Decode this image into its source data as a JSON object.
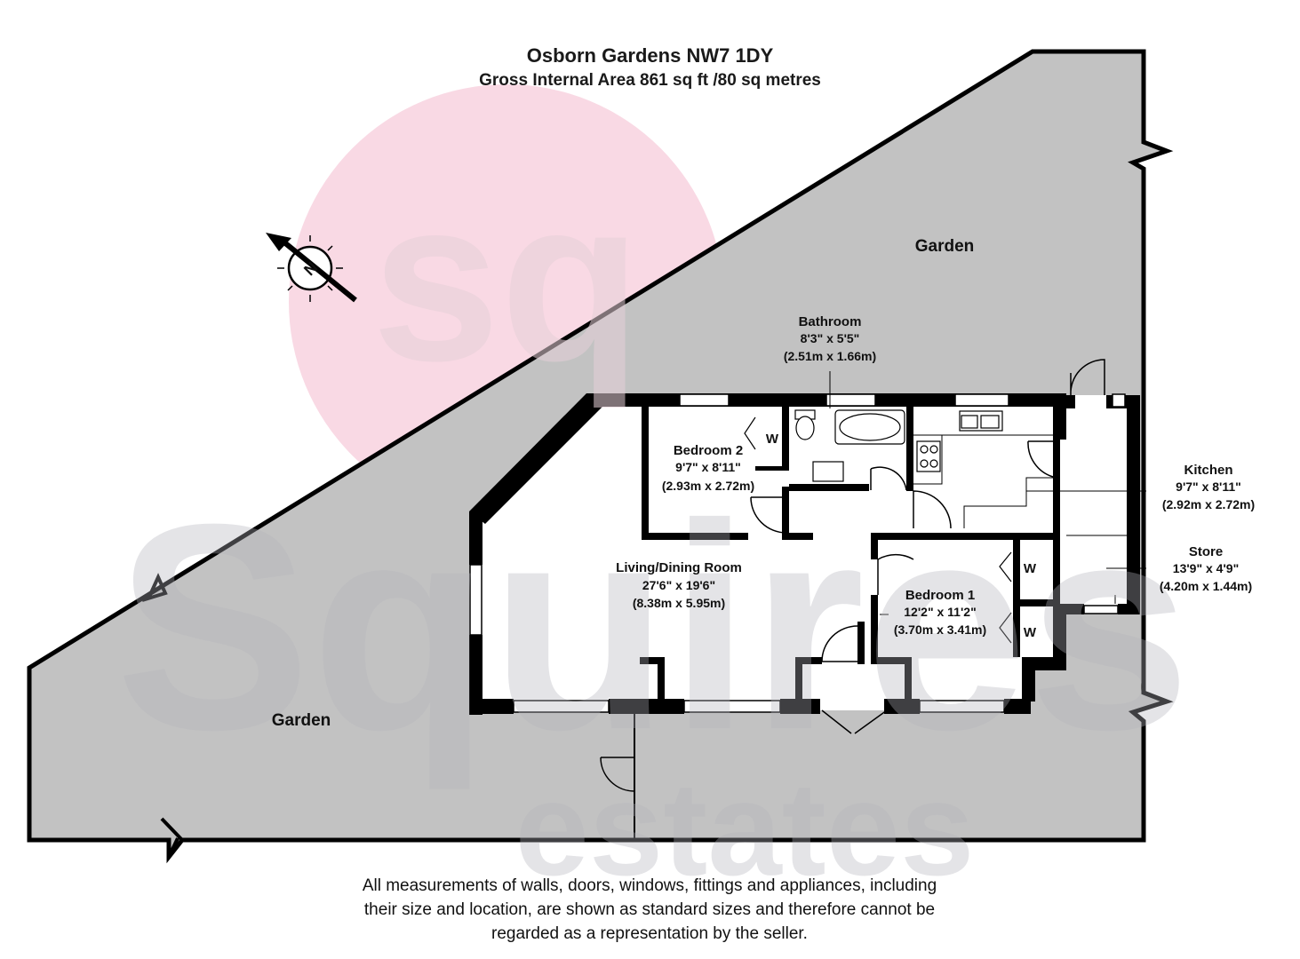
{
  "title": "Osborn Gardens NW7 1DY",
  "subtitle": "Gross Internal Area 861 sq ft /80 sq metres",
  "watermark": {
    "logo": "sq",
    "text_line1": "Squires",
    "text_line2": "estates"
  },
  "compass": {
    "label": "N"
  },
  "gardens": {
    "top": "Garden",
    "bottom": "Garden"
  },
  "rooms": {
    "bathroom": {
      "name": "Bathroom",
      "imperial": "8'3\" x 5'5\"",
      "metric": "(2.51m x 1.66m)"
    },
    "bedroom2": {
      "name": "Bedroom 2",
      "imperial": "9'7\" x 8'11\"",
      "metric": "(2.93m x 2.72m)"
    },
    "kitchen": {
      "name": "Kitchen",
      "imperial": "9'7\" x 8'11\"",
      "metric": "(2.92m x 2.72m)"
    },
    "store": {
      "name": "Store",
      "imperial": "13'9\" x 4'9\"",
      "metric": "(4.20m x 1.44m)"
    },
    "living": {
      "name": "Living/Dining Room",
      "imperial": "27'6\" x 19'6\"",
      "metric": "(8.38m x 5.95m)"
    },
    "bedroom1": {
      "name": "Bedroom 1",
      "imperial": "12'2\" x 11'2\"",
      "metric": "(3.70m x 3.41m)"
    }
  },
  "wardrobe_label": "W",
  "colors": {
    "garden": "#c2c2c2",
    "wall": "#000000",
    "watermark_circle": "#f9d9e4",
    "watermark_text": "#b4b4bc"
  },
  "disclaimer": {
    "line1": "All measurements of walls, doors, windows, fittings and appliances, including",
    "line2": "their size and location, are shown as standard sizes and therefore cannot be",
    "line3": "regarded as a representation by the seller."
  }
}
